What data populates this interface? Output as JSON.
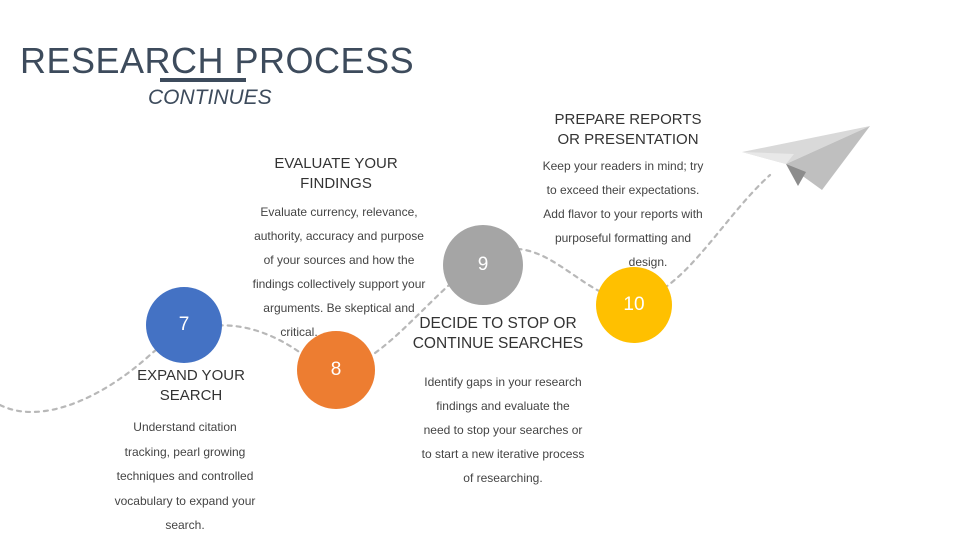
{
  "header": {
    "title": "RESEARCH PROCESS",
    "subtitle": "CONTINUES"
  },
  "steps": [
    {
      "number": "7",
      "heading": [
        "EXPAND YOUR",
        "SEARCH"
      ],
      "body": [
        "Understand citation",
        "tracking, pearl growing",
        "techniques and controlled",
        "vocabulary to expand your",
        "search."
      ],
      "color": "#4472c4"
    },
    {
      "number": "8",
      "heading": [
        "EVALUATE  YOUR",
        "FINDINGS"
      ],
      "body": [
        "Evaluate currency, relevance,",
        "authority, accuracy and purpose",
        "of your sources and how the",
        "findings collectively support your",
        "arguments. Be skeptical and",
        "critical."
      ],
      "color": "#ed7d31"
    },
    {
      "number": "9",
      "heading": [
        "DECIDE TO STOP OR",
        "CONTINUE SEARCHES"
      ],
      "body": [
        "Identify gaps in your research",
        "findings and evaluate the",
        "need to  stop your searches or",
        "to start a new iterative process",
        "of researching."
      ],
      "color": "#a5a5a5"
    },
    {
      "number": "10",
      "heading": [
        "PREPARE REPORTS",
        "OR PRESENTATION"
      ],
      "body": [
        "Keep your readers in mind; try",
        "to exceed their expectations.",
        "Add flavor to your reports with",
        "purposeful formatting and",
        "design."
      ],
      "color": "#ffc000"
    }
  ],
  "decor": {
    "path_icon": "dotted-path",
    "plane_icon": "paper-plane-icon"
  }
}
